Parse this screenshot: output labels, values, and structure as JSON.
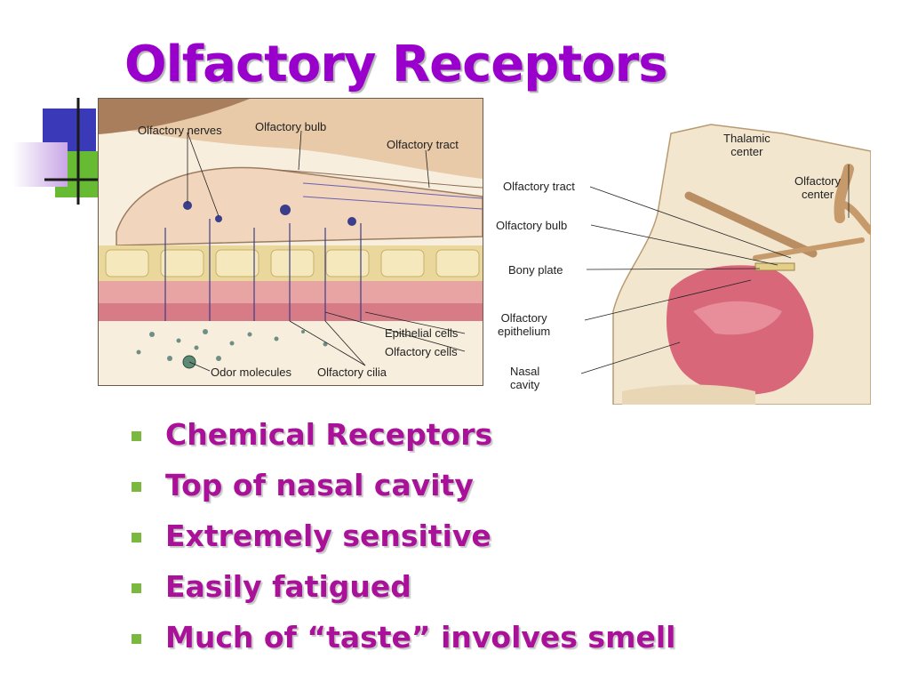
{
  "title": "Olfactory Receptors",
  "bullets": [
    "Chemical Receptors",
    "Top of nasal cavity",
    "Extremely sensitive",
    "Easily fatigued",
    "Much of “taste” involves smell"
  ],
  "figure": {
    "left_labels": {
      "olfactory_nerves": "Olfactory nerves",
      "olfactory_bulb": "Olfactory bulb",
      "olfactory_tract": "Olfactory tract",
      "epithelial_cells": "Epithelial cells",
      "olfactory_cells": "Olfactory cells",
      "odor_molecules": "Odor molecules",
      "olfactory_cilia": "Olfactory cilia"
    },
    "right_labels": {
      "olfactory_tract": "Olfactory tract",
      "olfactory_bulb": "Olfactory bulb",
      "bony_plate": "Bony plate",
      "olfactory_epithelium": "Olfactory\nepithelium",
      "nasal_cavity": "Nasal\ncavity",
      "thalamic_center": "Thalamic\ncenter",
      "olfactory_center": "Olfactory\ncenter"
    }
  },
  "colors": {
    "title": "#9900cc",
    "bullet_text": "#aa1199",
    "bullet_marker": "#7ab840",
    "deco_blue": "#3a3ab8",
    "deco_green": "#66bb33",
    "deco_lilac": "#c9a6e6"
  }
}
